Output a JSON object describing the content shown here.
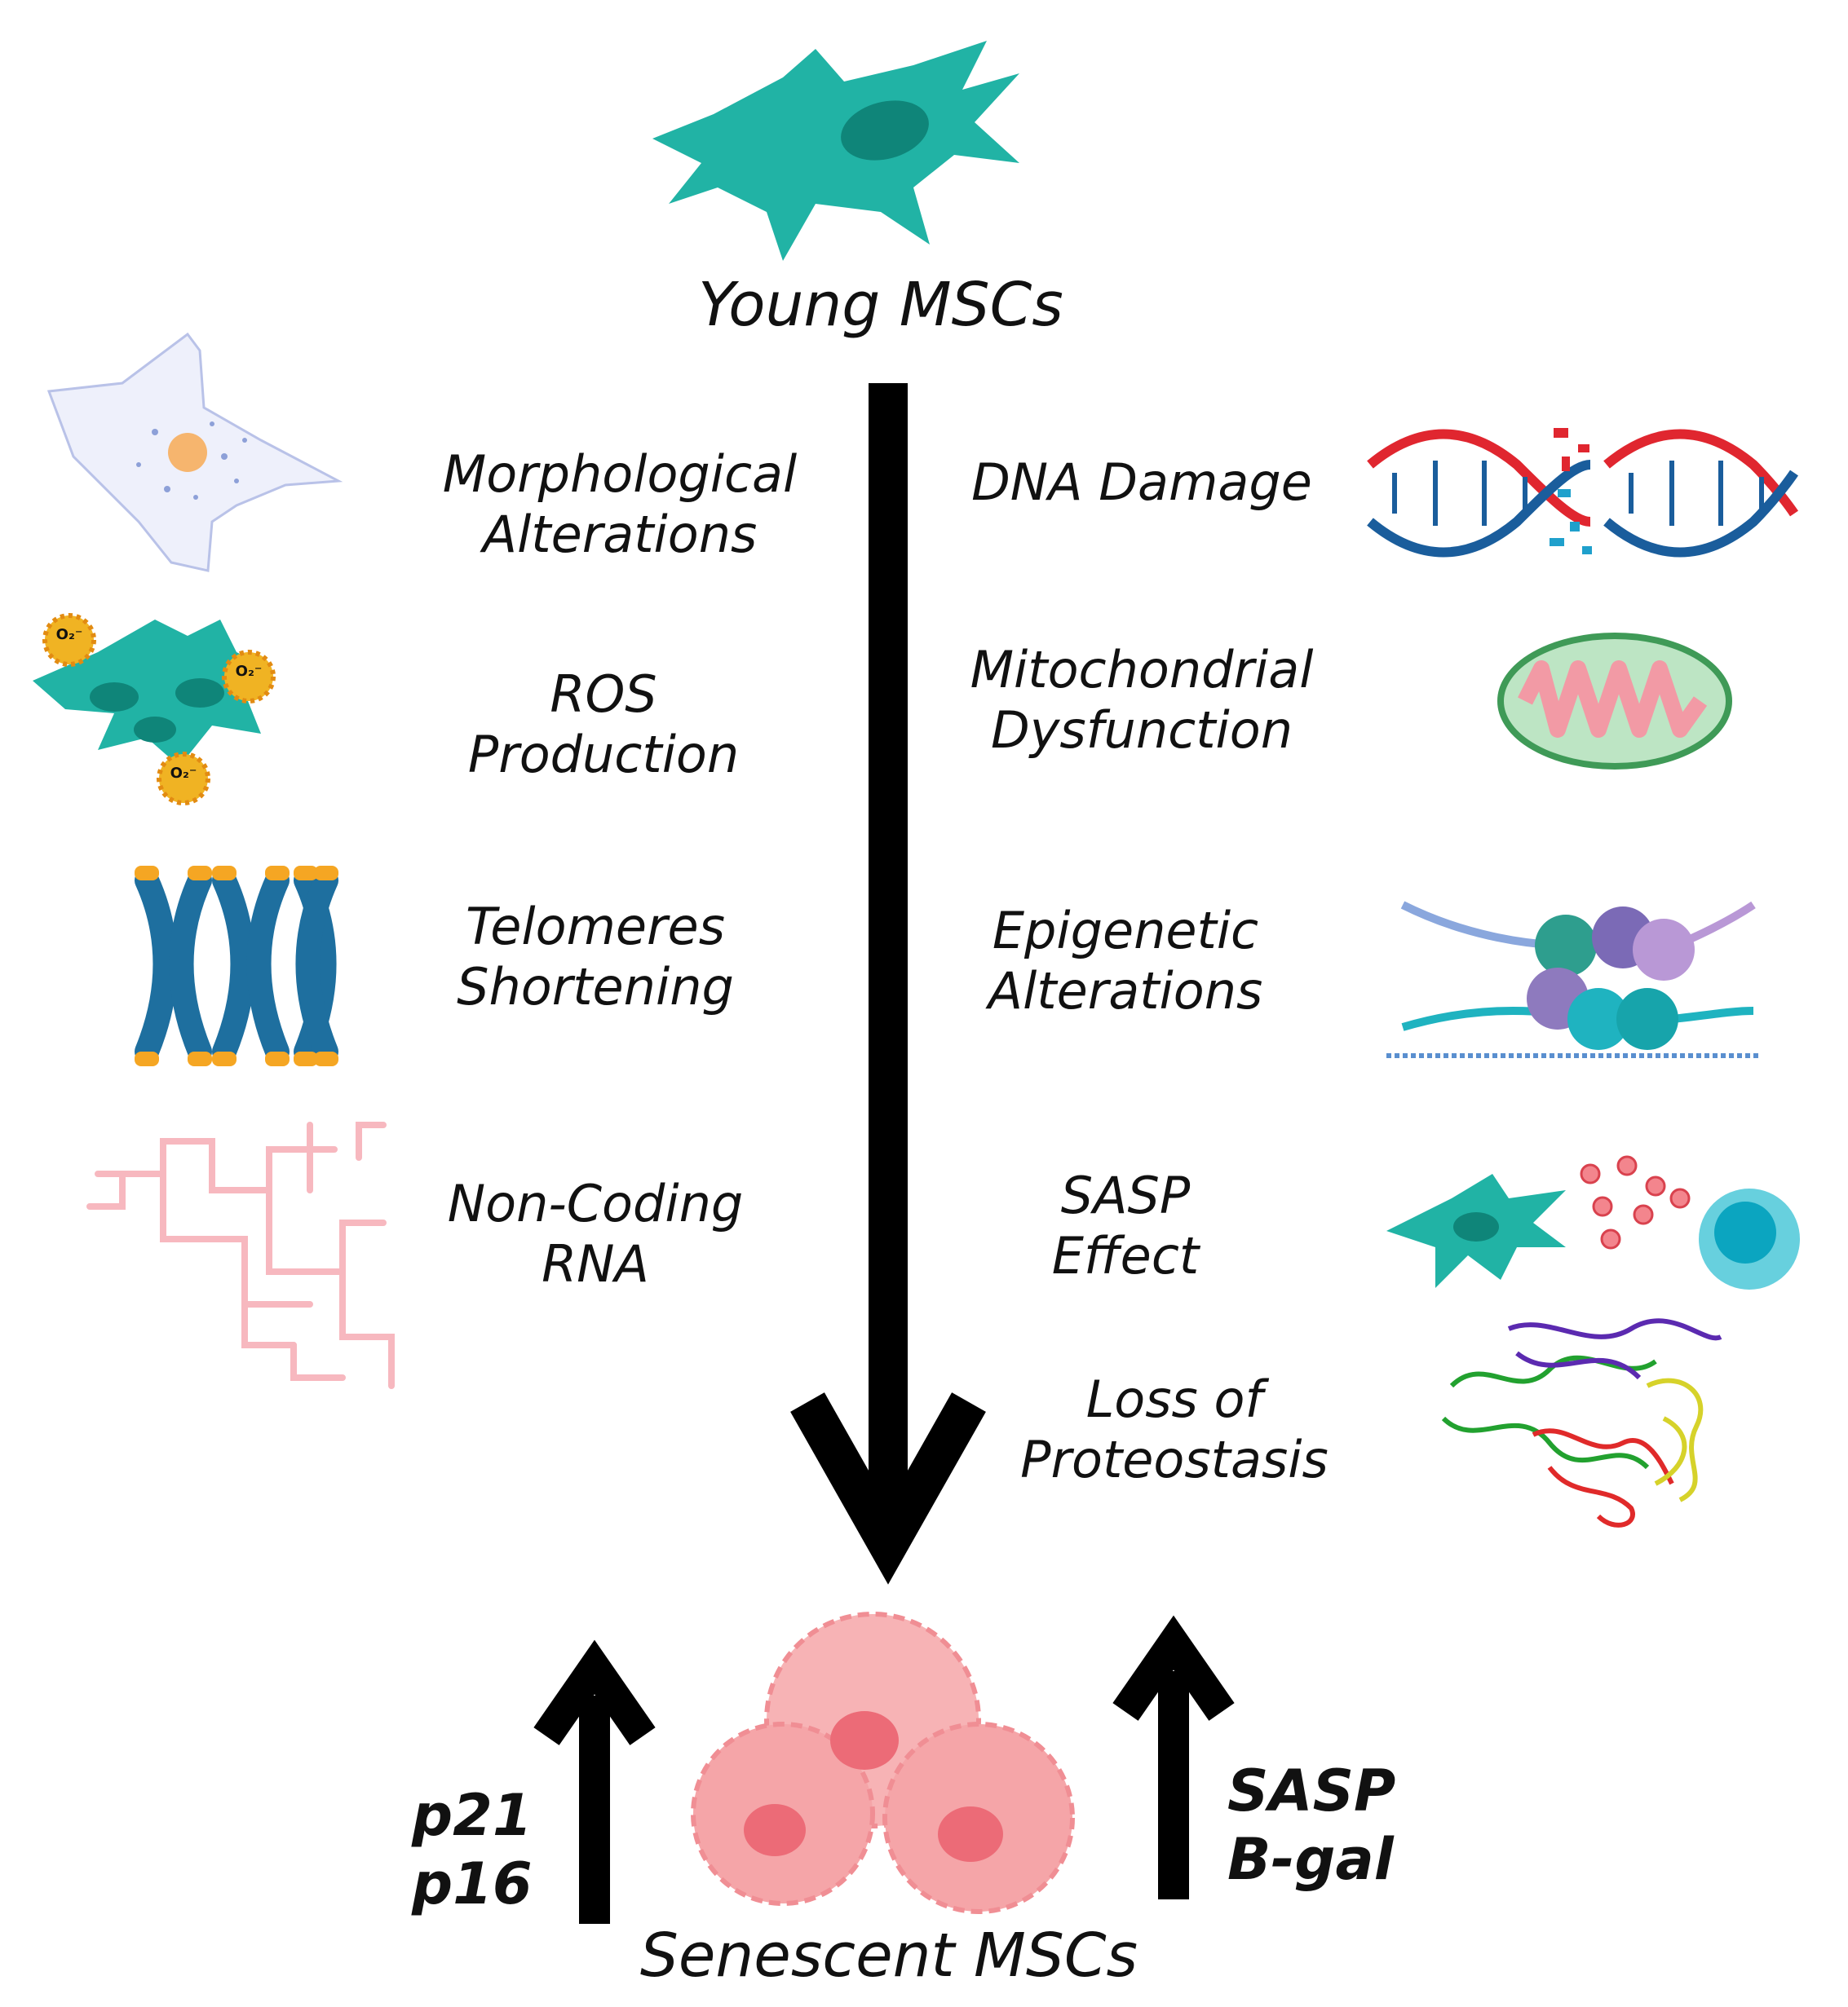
{
  "top_label": "Young MSCs",
  "bottom_label": "Senescent MSCs",
  "left_factors": [
    {
      "line1": "Morphological",
      "line2": "Alterations"
    },
    {
      "line1": "ROS",
      "line2": "Production"
    },
    {
      "line1": "Telomeres",
      "line2": "Shortening"
    },
    {
      "line1": "Non-Coding",
      "line2": "RNA"
    }
  ],
  "right_factors": [
    {
      "line1": "DNA Damage",
      "line2": ""
    },
    {
      "line1": "Mitochondrial",
      "line2": "Dysfunction"
    },
    {
      "line1": "Epigenetic",
      "line2": "Alterations"
    },
    {
      "line1": "SASP",
      "line2": "Effect"
    },
    {
      "line1": "Loss of",
      "line2": "Proteostasis"
    }
  ],
  "ros_symbol": "O₂⁻",
  "markers_left": [
    "p21",
    "p16"
  ],
  "markers_right": [
    "SASP",
    "B-gal"
  ],
  "colors": {
    "teal": "#21b3a5",
    "dark_teal": "#0f8579",
    "senescent_pink": "#f4a3a6",
    "arrow": "#000000",
    "dna_red": "#e0262f",
    "dna_blue": "#1a5d9c",
    "telomere_orange": "#f5a623",
    "chromosome_blue": "#1e6f9f"
  }
}
